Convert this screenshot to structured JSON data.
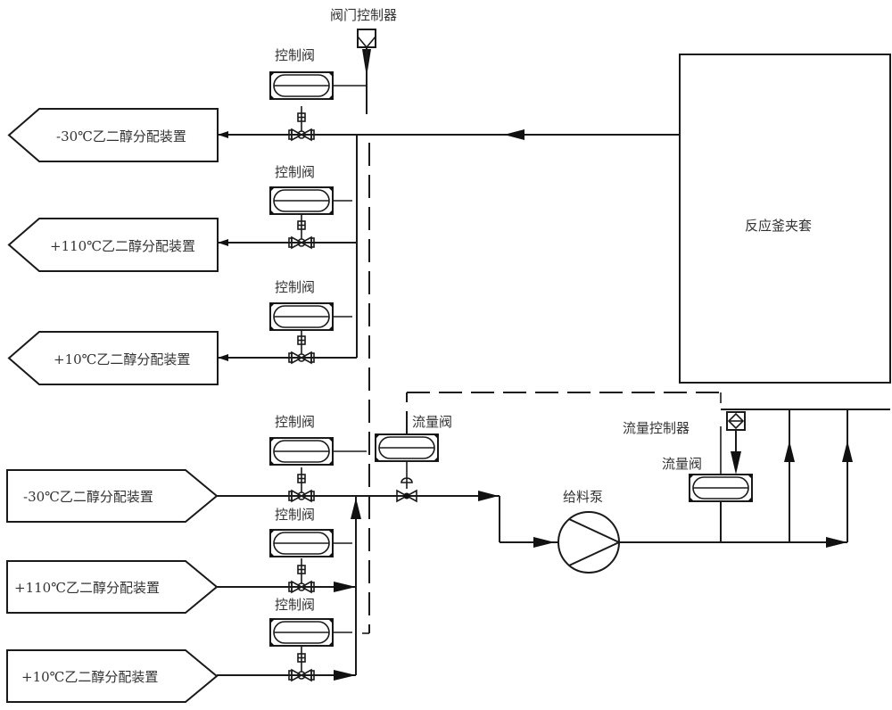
{
  "diagram": {
    "reactor_label": "反应釜夹套",
    "valve_controller_label": "阀门控制器",
    "flow_controller_label": "流量控制器",
    "pump_label": "给料泵",
    "flow_valve_label": "流量阀",
    "control_valve_label": "控制阀",
    "outlet_devices": [
      {
        "label": "-30℃乙二醇分配装置"
      },
      {
        "label": "+110℃乙二醇分配装置"
      },
      {
        "label": "+10℃乙二醇分配装置"
      }
    ],
    "inlet_devices": [
      {
        "label": "-30℃乙二醇分配装置"
      },
      {
        "label": "+110℃乙二醇分配装置"
      },
      {
        "label": "+10℃乙二醇分配装置"
      }
    ],
    "colors": {
      "line": "#1a1a1a",
      "text": "#333333",
      "background": "#ffffff"
    }
  }
}
